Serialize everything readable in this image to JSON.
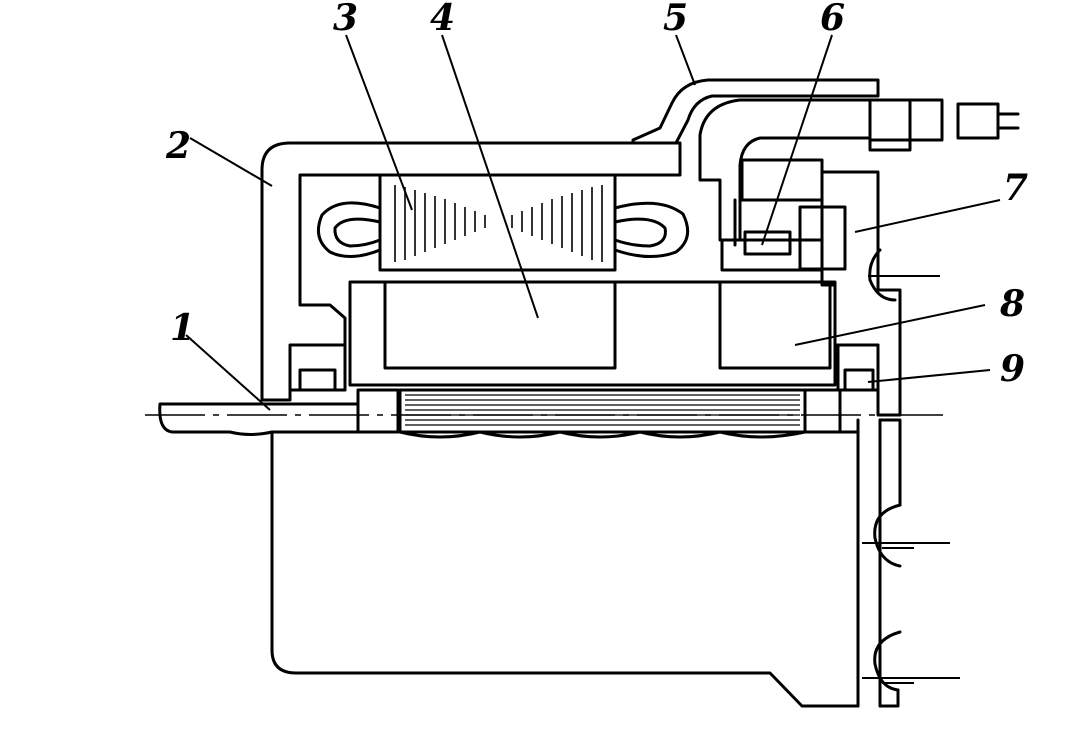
{
  "labels": [
    "1",
    "2",
    "3",
    "4",
    "5",
    "6",
    "7",
    "8",
    "9"
  ],
  "colors": {
    "ink": "#000000",
    "paper": "#ffffff"
  }
}
